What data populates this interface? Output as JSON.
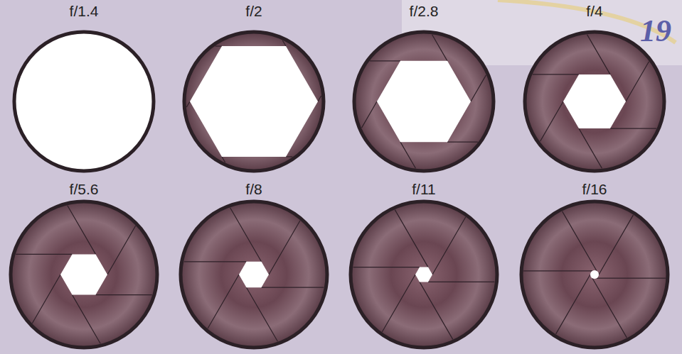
{
  "diagram": {
    "labels": [
      "f/1.4",
      "f/2",
      "f/2.8",
      "f/4",
      "f/5.6",
      "f/8",
      "f/11",
      "f/16",
      "19"
    ]
  }
}
